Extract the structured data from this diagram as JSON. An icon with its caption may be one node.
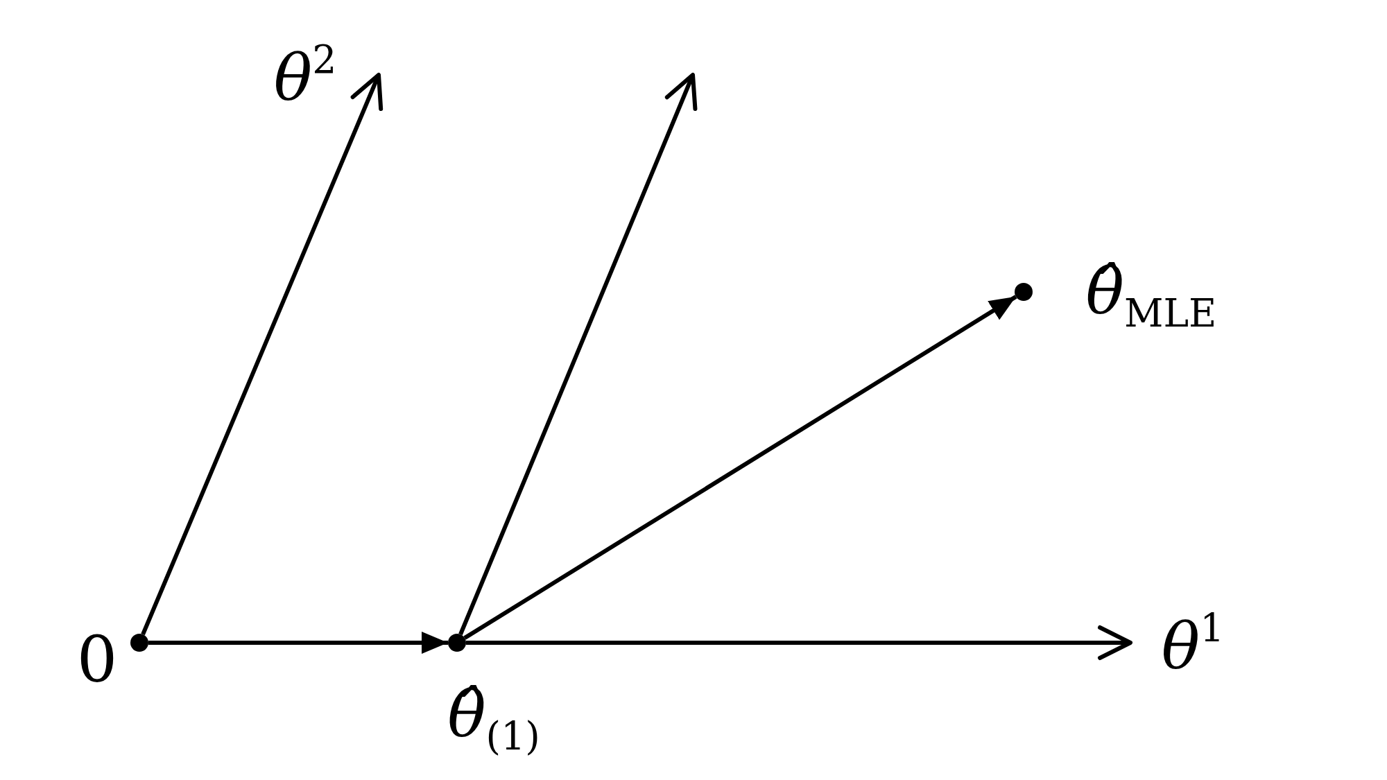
{
  "diagram": {
    "nodes": [
      {
        "text": [],
        "shape": "circle",
        "beside": [
          "0"
        ]
      },
      {
        "text": [],
        "shape": "circle",
        "beside": [
          "*θ̂*$_{(1)}$"
        ]
      },
      {
        "text": [],
        "shape": "circle",
        "beside": [
          "*θ̂*$_{MLE}$"
        ]
      }
    ],
    "edges": [
      {
        "from": 0,
        "to": 1,
        "arrow": "to"
      },
      {
        "from": 1,
        "to": 2,
        "arrow": "to"
      },
      {
        "from": 0,
        "to": null,
        "arrow": "to"
      },
      {
        "from": 1,
        "to": null,
        "arrow": "to"
      },
      {
        "from": 1,
        "to": null,
        "arrow": "to"
      }
    ],
    "labels": [
      "*θ*$^{2}$",
      "*θ*$^{1}$"
    ]
  }
}
